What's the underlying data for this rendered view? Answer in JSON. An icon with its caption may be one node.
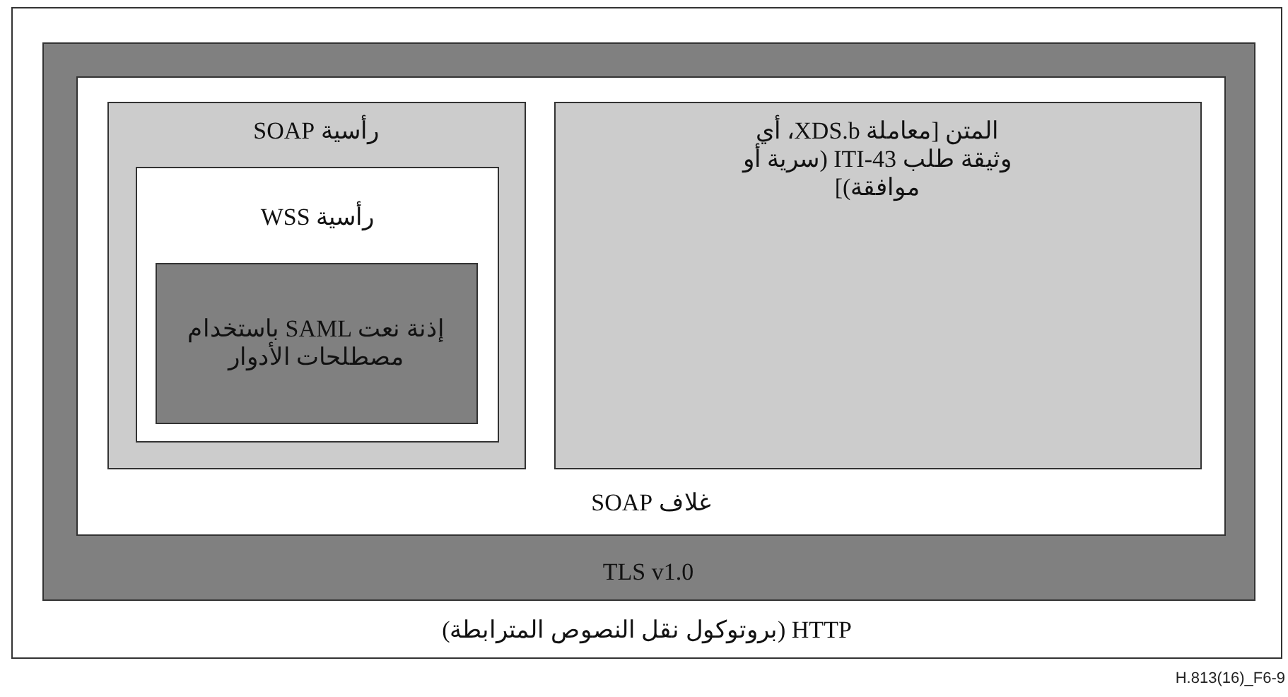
{
  "diagram": {
    "nodes": [
      {
        "text": [
          "HTTP (بروتوكول نقل النصوص المترابطة)"
        ]
      },
      {
        "text": [
          "TLS v1.0"
        ],
        "in": 0
      },
      {
        "text": [
          "غلاف SOAP"
        ],
        "in": 1
      },
      {
        "text": [
          "رأسية SOAP"
        ],
        "in": 2
      },
      {
        "text": [
          "رأسية WSS"
        ],
        "in": 3
      },
      {
        "text": [
          "إذنة نعت SAML باستخدام مصطلحات الأدوار"
        ],
        "in": 4
      },
      {
        "text": [
          "المتن [معاملة XDS.b، أي وثيقة طلب ITI-43 (سرية أو موافقة)]"
        ],
        "in": 2
      }
    ],
    "labels": [
      "H.813(16)_F6-9"
    ]
  }
}
